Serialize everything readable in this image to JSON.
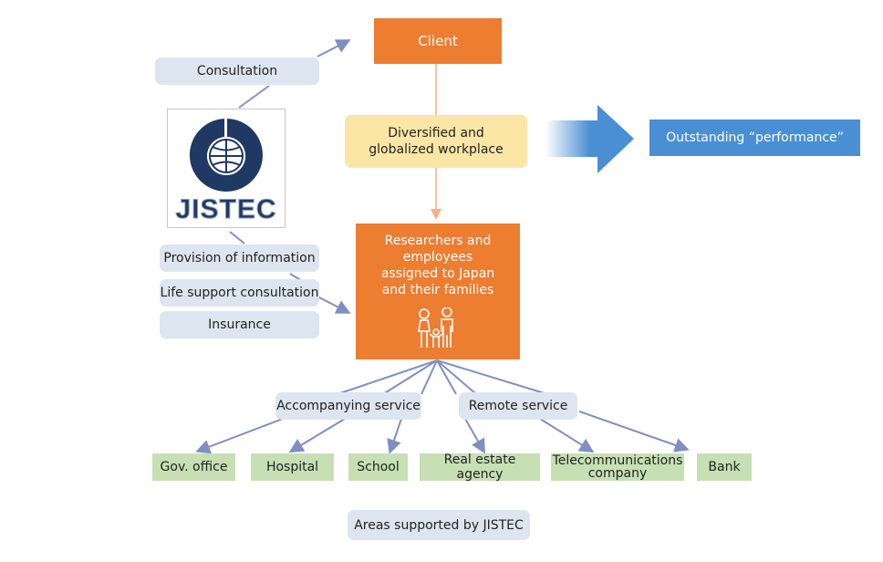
{
  "client": "Client",
  "workplace": [
    "Diversified and",
    "globalized workplace"
  ],
  "outcome": "Outstanding “performance”",
  "logo": {
    "text": "JISTEC",
    "icon": "globe-logo-icon"
  },
  "researchers": [
    "Researchers and",
    "employees",
    "assigned to Japan",
    "and their families"
  ],
  "family_icon": "family-icon",
  "jistec_services": {
    "consultation": "Consultation",
    "items": [
      "Provision of information",
      "Life support consultation",
      "Insurance"
    ]
  },
  "service_types": [
    "Accompanying service",
    "Remote service"
  ],
  "areas": [
    "Gov. office",
    "Hospital",
    "School",
    "Real estate agency",
    [
      "Telecommunications",
      "company"
    ],
    "Bank"
  ],
  "footer": "Areas supported by JISTEC",
  "colors": {
    "orange": "#ed7d31",
    "blue": "#4a8fd3",
    "navy": "#1f3864",
    "arrow": "#7f8fc4",
    "green": "#c6e0b4",
    "pill": "#dde5f1",
    "yellow": "#fbe6a6"
  }
}
